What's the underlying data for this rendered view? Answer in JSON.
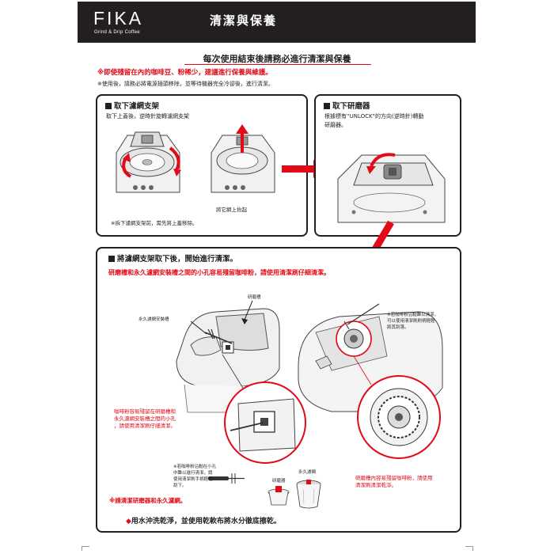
{
  "header": {
    "brand": "FIKA",
    "brand_sub": "Grind & Drip Coffee",
    "title": "清潔與保養"
  },
  "intro": {
    "headline": "每次使用結束後請務必進行清潔與保養",
    "note_red": "※即使殘留在內的咖啡豆、粉稀少，建議進行保養與維護。",
    "note_black": "※使用後，請務必將電源插頭移除，並等待機器完全冷卻後，進行清潔。"
  },
  "step1": {
    "title": "取下濾網支架",
    "desc": "取下上蓋後，逆時針旋轉濾網支架",
    "lift_caption": "將它網上抬起",
    "footnote": "※拆下濾網支架前，需先將上蓋移除。"
  },
  "step2": {
    "title": "取下研磨器",
    "desc_line1": "根據標有“UNLOCK”的方向(逆時針)轉動",
    "desc_line2": "研磨器。"
  },
  "step3": {
    "title": "將濾網支架取下後，開始進行清潔。",
    "subtitle": "研磨槽和永久濾網安裝槽之間的小孔容易殘留咖啡粉，請使用清潔刷仔細清潔。",
    "label_grinder_slot": "研磨槽",
    "label_filter_slot": "永久濾網安裝槽",
    "left_note": [
      "咖啡粉容易殘留在研磨槽和",
      "永久濾網安裝槽之間的小孔",
      "，請使用清潔刷仔細清潔。"
    ],
    "right_top_note": [
      "※若咖啡粉沾黏難以清潔，",
      "可以使用清潔刷刷柄輕輕",
      "將其刮落。"
    ],
    "bottom_center_note": [
      "※若咖啡粉沾黏在小孔",
      "中難以進行清潔，請",
      "使用清潔刷手柄輕輕",
      "刮下。"
    ],
    "label_grinder": "研磨器",
    "label_filter": "永久濾網",
    "right_bottom_note": [
      "研磨槽內容易殘留咖啡粉，請使用",
      "清潔刷清潔乾淨。"
    ],
    "clean_note": "※請清潔研磨器和永久濾網。",
    "footer": "用水沖洗乾淨，並使用乾軟布將水分徹底擦乾。"
  },
  "colors": {
    "accent": "#e20a17",
    "ink": "#231f20"
  }
}
